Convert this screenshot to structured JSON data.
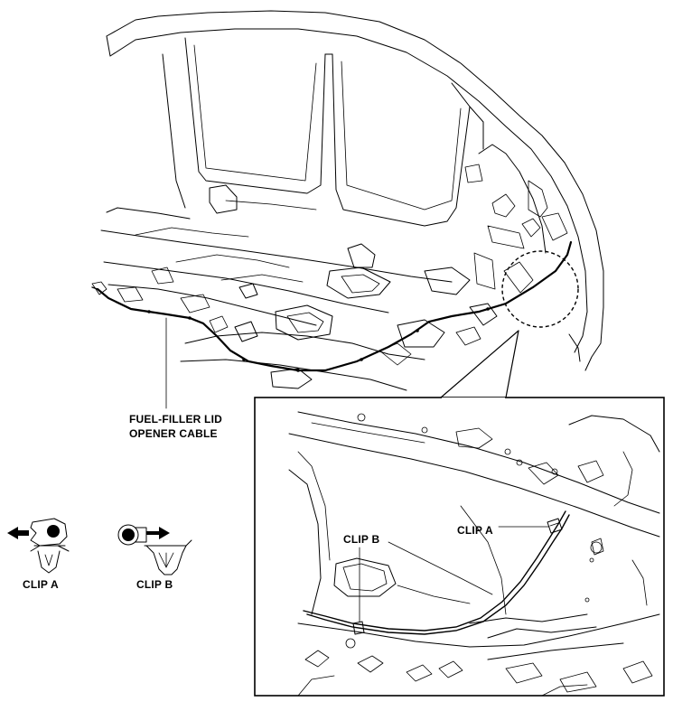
{
  "diagram": {
    "labels": {
      "cable": [
        "FUEL-FILLER LID",
        "OPENER CABLE"
      ],
      "clip_a_legend": "CLIP A",
      "clip_b_legend": "CLIP B",
      "clip_a_detail": "CLIP A",
      "clip_b_detail": "CLIP B"
    },
    "colors": {
      "line": "#000000",
      "background": "#ffffff"
    }
  }
}
